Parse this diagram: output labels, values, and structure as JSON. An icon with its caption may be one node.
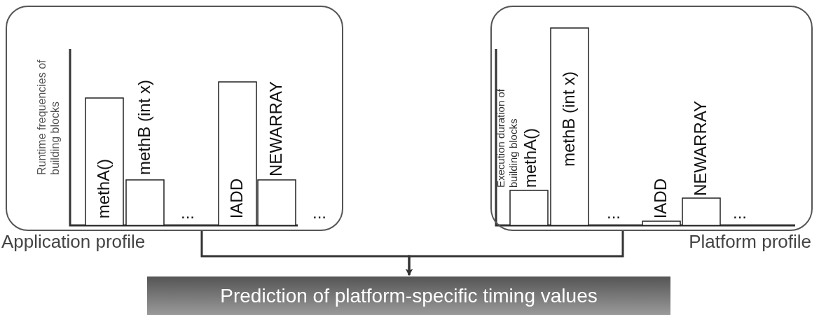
{
  "diagram": {
    "nodes": [
      {
        "text": [
          "Application profile"
        ]
      },
      {
        "text": [
          "Platform profile"
        ]
      },
      {
        "text": [
          "Prediction of platform-specific timing values"
        ]
      }
    ],
    "edges": [
      {
        "from": 0,
        "to": 2,
        "arrow": "to"
      },
      {
        "from": 1,
        "to": 2,
        "arrow": "to"
      }
    ],
    "labels": [
      "Runtime frequencies of building blocks",
      "methA()",
      "methB (int x)",
      "...",
      "IADD",
      "NEWARRAY",
      "...",
      "Execution duration of building blocks",
      "methA()",
      "methB (int x)",
      "...",
      "IADD",
      "NEWARRAY",
      "..."
    ]
  }
}
